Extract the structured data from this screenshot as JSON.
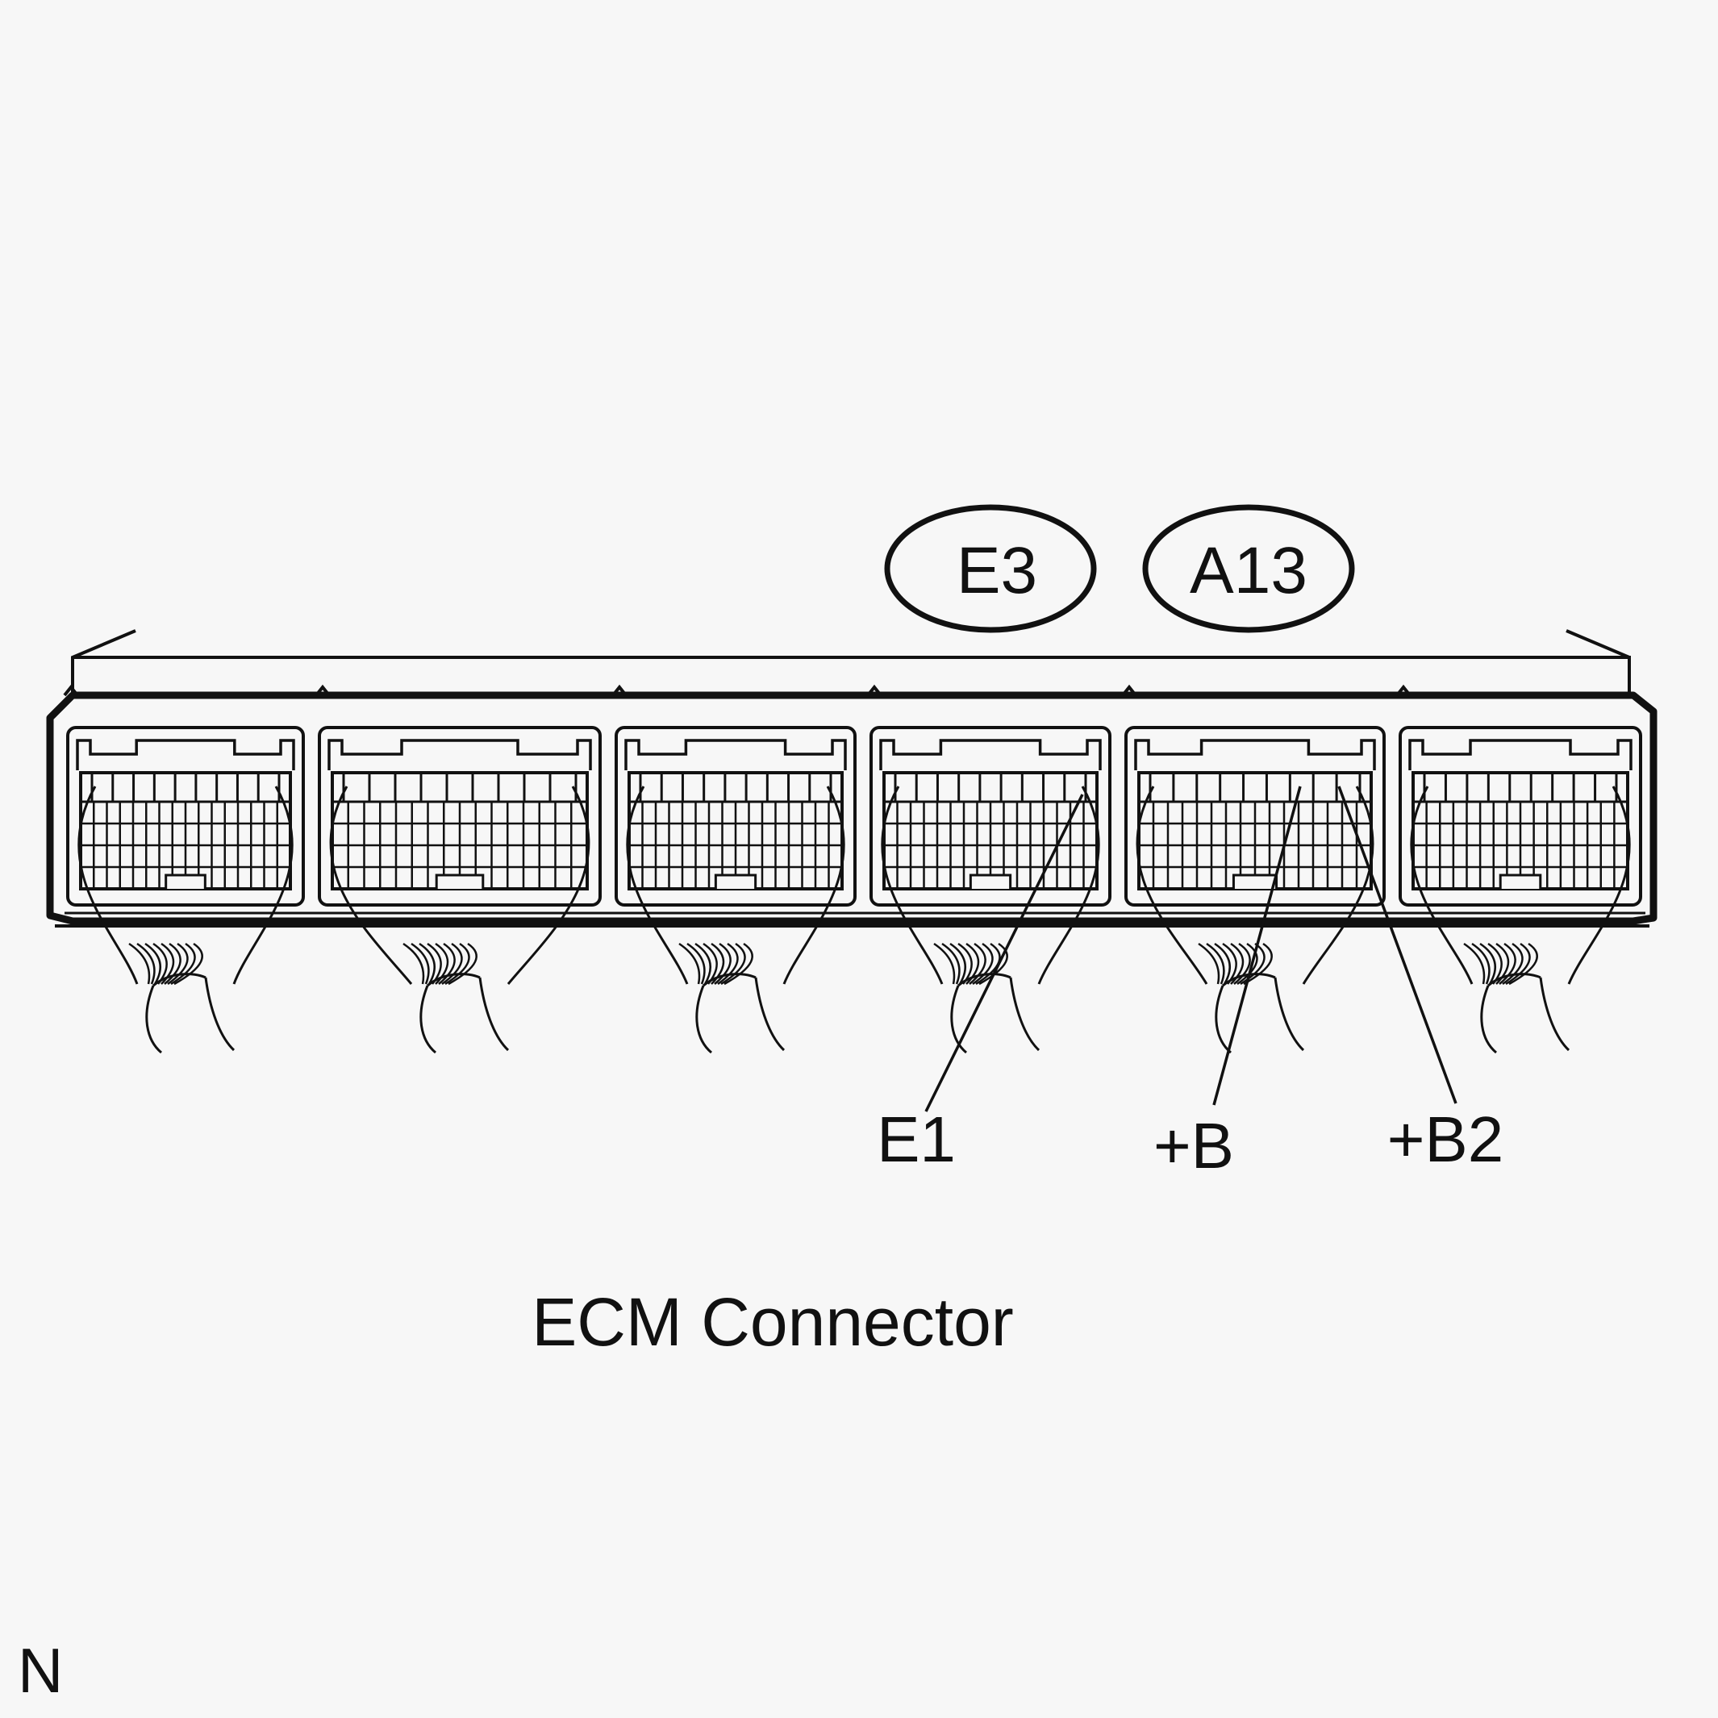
{
  "caption": "ECM Connector",
  "connector_tags": {
    "left": "E3",
    "right": "A13"
  },
  "terminals": {
    "e1": "E1",
    "b": "+B",
    "b2": "+B2"
  },
  "corner_mark": "N",
  "colors": {
    "background": "#f7f7f7",
    "line": "#111111"
  }
}
